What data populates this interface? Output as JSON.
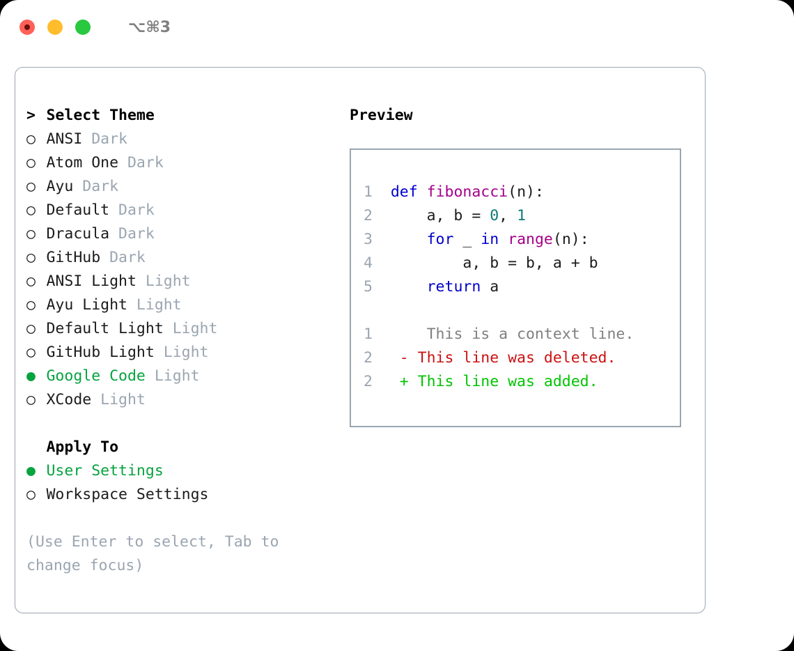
{
  "titlebar": {
    "shortcut": "⌥⌘3",
    "lights": [
      {
        "name": "close",
        "color": "#ff6058"
      },
      {
        "name": "minimize",
        "color": "#ffbd2e"
      },
      {
        "name": "maximize",
        "color": "#28c840"
      }
    ]
  },
  "theme_picker": {
    "header_marker": ">",
    "header": "Select Theme",
    "items": [
      {
        "marker": "○",
        "label": "ANSI",
        "suffix": "Dark",
        "selected": false
      },
      {
        "marker": "○",
        "label": "Atom One",
        "suffix": "Dark",
        "selected": false
      },
      {
        "marker": "○",
        "label": "Ayu",
        "suffix": "Dark",
        "selected": false
      },
      {
        "marker": "○",
        "label": "Default",
        "suffix": "Dark",
        "selected": false
      },
      {
        "marker": "○",
        "label": "Dracula",
        "suffix": "Dark",
        "selected": false
      },
      {
        "marker": "○",
        "label": "GitHub",
        "suffix": "Dark",
        "selected": false
      },
      {
        "marker": "○",
        "label": "ANSI Light",
        "suffix": "Light",
        "selected": false
      },
      {
        "marker": "○",
        "label": "Ayu Light",
        "suffix": "Light",
        "selected": false
      },
      {
        "marker": "○",
        "label": "Default Light",
        "suffix": "Light",
        "selected": false
      },
      {
        "marker": "○",
        "label": "GitHub Light",
        "suffix": "Light",
        "selected": false
      },
      {
        "marker": "●",
        "label": "Google Code",
        "suffix": "Light",
        "selected": true
      },
      {
        "marker": "○",
        "label": "XCode",
        "suffix": "Light",
        "selected": false
      }
    ]
  },
  "apply_to": {
    "header_marker": " ",
    "header": "Apply To",
    "items": [
      {
        "marker": "●",
        "label": "User Settings",
        "selected": true
      },
      {
        "marker": "○",
        "label": "Workspace Settings",
        "selected": false
      }
    ]
  },
  "hint": "(Use Enter to select, Tab to change focus)",
  "preview": {
    "title": "Preview",
    "code_lines": [
      {
        "ln": "1",
        "tokens": [
          {
            "t": "def",
            "c": "kw"
          },
          {
            "t": " ",
            "c": "pl"
          },
          {
            "t": "fibonacci",
            "c": "fn"
          },
          {
            "t": "(n):",
            "c": "pl"
          }
        ]
      },
      {
        "ln": "2",
        "tokens": [
          {
            "t": "    a, b = ",
            "c": "pl"
          },
          {
            "t": "0",
            "c": "num"
          },
          {
            "t": ", ",
            "c": "pl"
          },
          {
            "t": "1",
            "c": "num"
          }
        ]
      },
      {
        "ln": "3",
        "tokens": [
          {
            "t": "    ",
            "c": "pl"
          },
          {
            "t": "for",
            "c": "kw"
          },
          {
            "t": " _ ",
            "c": "pl"
          },
          {
            "t": "in",
            "c": "kw"
          },
          {
            "t": " ",
            "c": "pl"
          },
          {
            "t": "range",
            "c": "fn"
          },
          {
            "t": "(n):",
            "c": "pl"
          }
        ]
      },
      {
        "ln": "4",
        "tokens": [
          {
            "t": "        a, b = b, a + b",
            "c": "pl"
          }
        ]
      },
      {
        "ln": "5",
        "tokens": [
          {
            "t": "    ",
            "c": "pl"
          },
          {
            "t": "return",
            "c": "kw"
          },
          {
            "t": " a",
            "c": "pl"
          }
        ]
      }
    ],
    "diff_lines": [
      {
        "ln": "1",
        "sign": " ",
        "text": "  This is a context line.",
        "kind": "ctx"
      },
      {
        "ln": "2",
        "sign": "-",
        "text": " This line was deleted.",
        "kind": "del"
      },
      {
        "ln": "2",
        "sign": "+",
        "text": " This line was added.",
        "kind": "add"
      }
    ]
  },
  "colors": {
    "accent_green": "#06a33f",
    "muted": "#9aa5b1",
    "keyword": "#0000cc",
    "function": "#a4008a",
    "number": "#0b7a78",
    "deleted": "#cc1111",
    "added": "#00c400",
    "border": "#9aa5b1"
  }
}
